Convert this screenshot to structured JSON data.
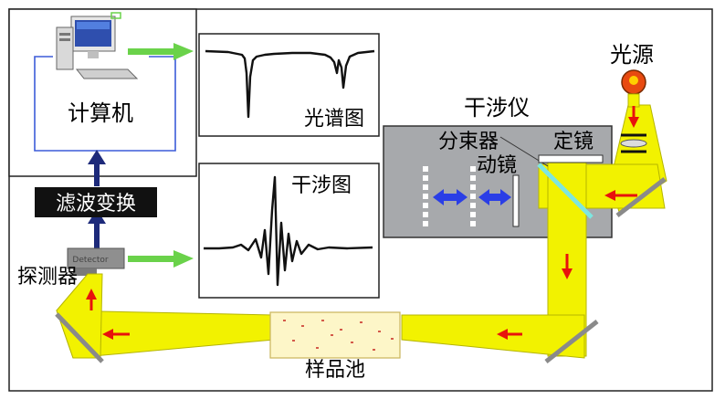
{
  "labels": {
    "computer": "计算机",
    "spectrum": "光谱图",
    "interferogram": "干涉图",
    "interferometer": "干涉仪",
    "light_source": "光源",
    "beam_splitter": "分束器",
    "fixed_mirror": "定镜",
    "moving_mirror": "动镜",
    "filter_transform": "滤波变换",
    "detector": "探测器",
    "detector_tag": "Detector",
    "sample_cell": "样品池"
  },
  "colors": {
    "beam": "#f2f200",
    "beam_edge": "#b5b500",
    "interferometer_box": "#a7a9ac",
    "arrow_red": "#e8120c",
    "arrow_blue": "#2a3ee6",
    "arrow_green": "#6ad24a",
    "arrow_navy": "#1d2a7a",
    "wire_blue": "#3b5bd8",
    "source_red": "#e84a10",
    "mirror_gray": "#8a8a8a"
  }
}
